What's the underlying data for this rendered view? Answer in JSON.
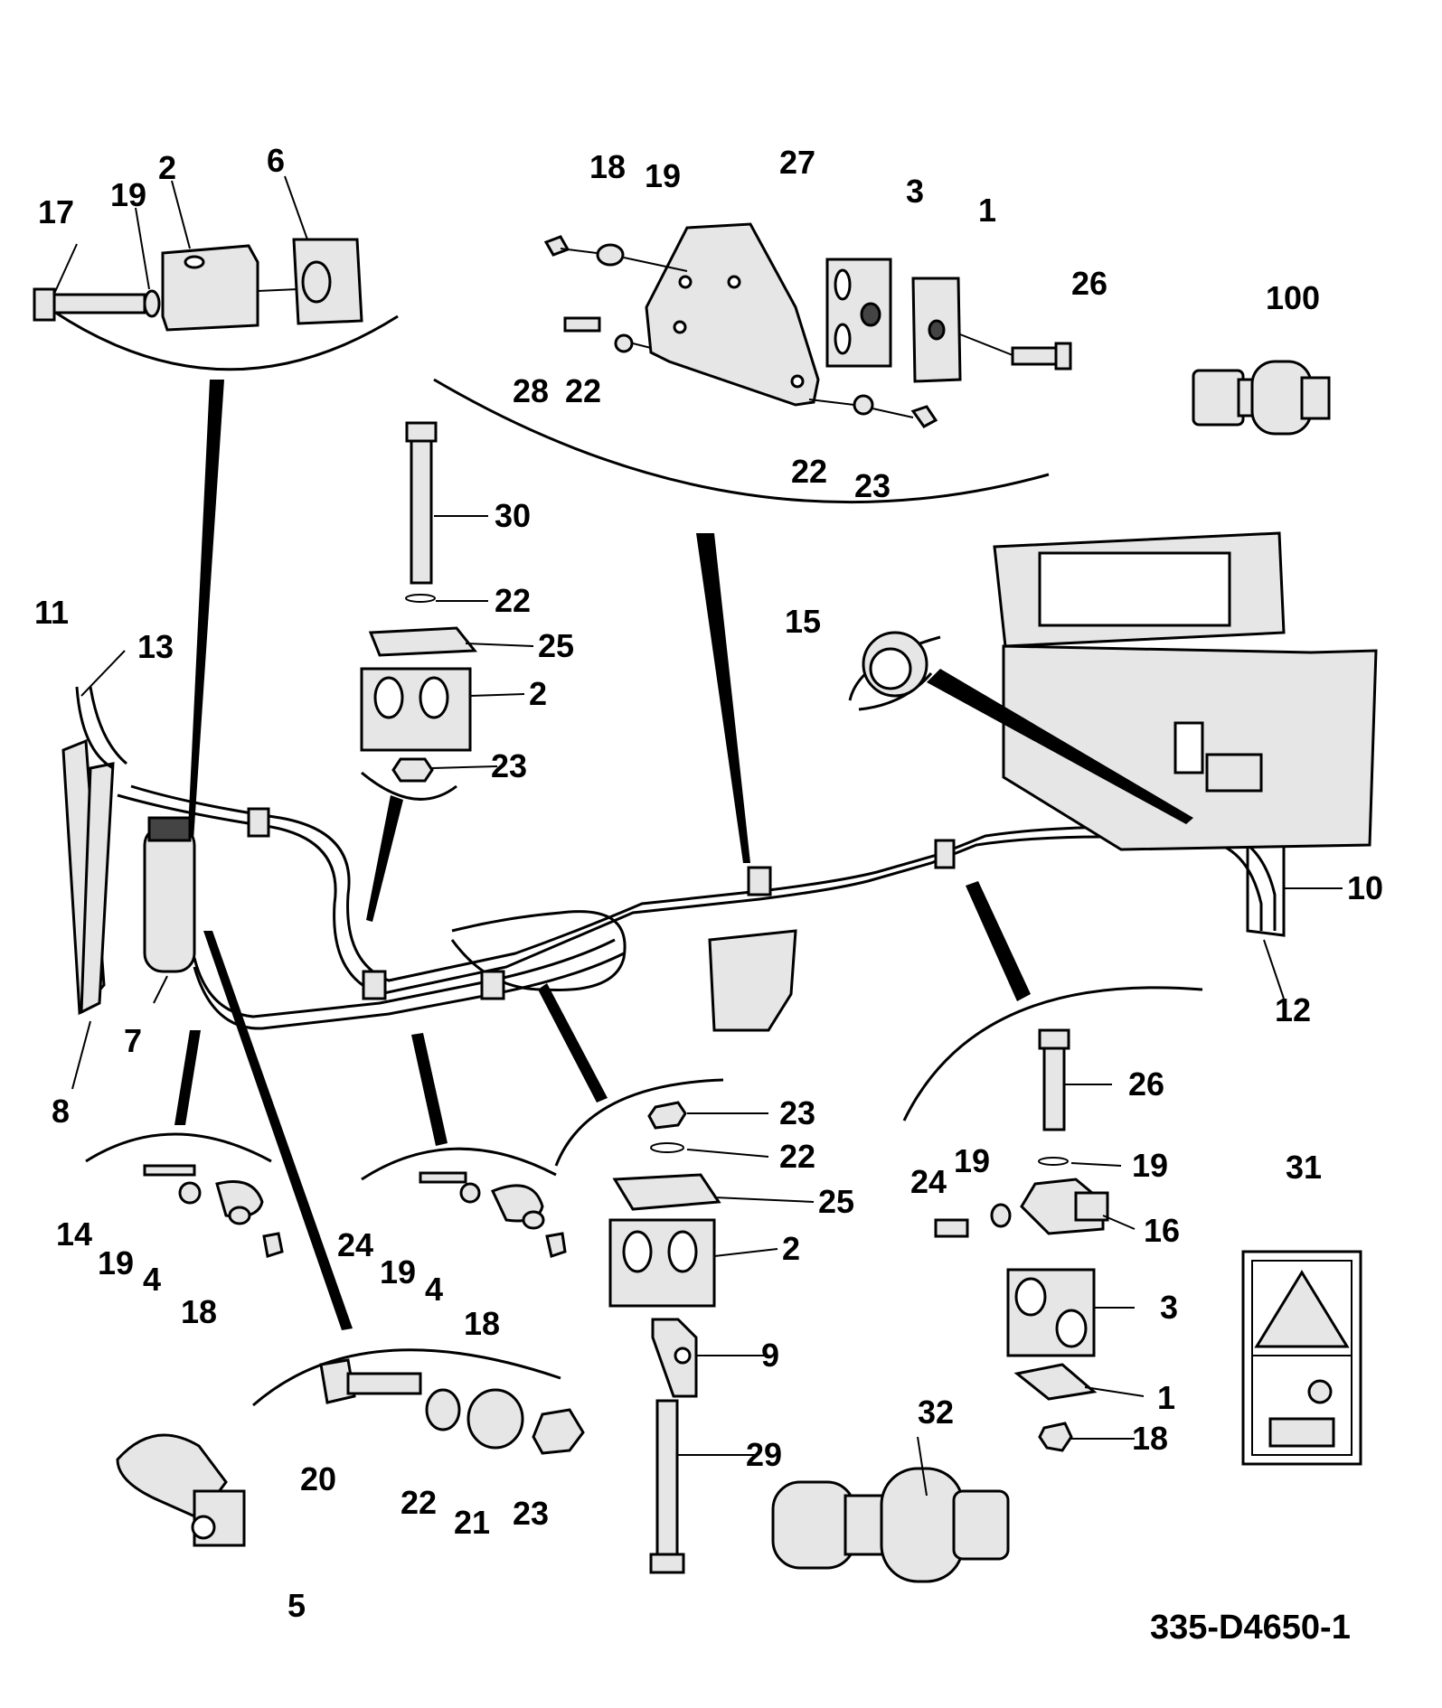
{
  "drawing_number": "335-D4650-1",
  "callouts": [
    {
      "id": "c17a",
      "text": "17"
    },
    {
      "id": "c19a",
      "text": "19"
    },
    {
      "id": "c2a",
      "text": "2"
    },
    {
      "id": "c6",
      "text": "6"
    },
    {
      "id": "c18a",
      "text": "18"
    },
    {
      "id": "c19b",
      "text": "19"
    },
    {
      "id": "c27",
      "text": "27"
    },
    {
      "id": "c3a",
      "text": "3"
    },
    {
      "id": "c1a",
      "text": "1"
    },
    {
      "id": "c26a",
      "text": "26"
    },
    {
      "id": "c100",
      "text": "100"
    },
    {
      "id": "c28",
      "text": "28"
    },
    {
      "id": "c22a",
      "text": "22"
    },
    {
      "id": "c22b",
      "text": "22"
    },
    {
      "id": "c23a",
      "text": "23"
    },
    {
      "id": "c30",
      "text": "30"
    },
    {
      "id": "c22c",
      "text": "22"
    },
    {
      "id": "c25a",
      "text": "25"
    },
    {
      "id": "c2b",
      "text": "2"
    },
    {
      "id": "c23b",
      "text": "23"
    },
    {
      "id": "c11",
      "text": "11"
    },
    {
      "id": "c13",
      "text": "13"
    },
    {
      "id": "c15",
      "text": "15"
    },
    {
      "id": "c10",
      "text": "10"
    },
    {
      "id": "c12",
      "text": "12"
    },
    {
      "id": "c7",
      "text": "7"
    },
    {
      "id": "c8",
      "text": "8"
    },
    {
      "id": "c14",
      "text": "14"
    },
    {
      "id": "c19c",
      "text": "19"
    },
    {
      "id": "c4a",
      "text": "4"
    },
    {
      "id": "c18b",
      "text": "18"
    },
    {
      "id": "c24a",
      "text": "24"
    },
    {
      "id": "c19d",
      "text": "19"
    },
    {
      "id": "c4b",
      "text": "4"
    },
    {
      "id": "c18c",
      "text": "18"
    },
    {
      "id": "c23c",
      "text": "23"
    },
    {
      "id": "c22d",
      "text": "22"
    },
    {
      "id": "c25b",
      "text": "25"
    },
    {
      "id": "c2c",
      "text": "2"
    },
    {
      "id": "c9",
      "text": "9"
    },
    {
      "id": "c29",
      "text": "29"
    },
    {
      "id": "c26b",
      "text": "26"
    },
    {
      "id": "c24b",
      "text": "24"
    },
    {
      "id": "c19e",
      "text": "19"
    },
    {
      "id": "c19f",
      "text": "19"
    },
    {
      "id": "c16",
      "text": "16"
    },
    {
      "id": "c3b",
      "text": "3"
    },
    {
      "id": "c1b",
      "text": "1"
    },
    {
      "id": "c18d",
      "text": "18"
    },
    {
      "id": "c31",
      "text": "31"
    },
    {
      "id": "c32",
      "text": "32"
    },
    {
      "id": "c20",
      "text": "20"
    },
    {
      "id": "c22e",
      "text": "22"
    },
    {
      "id": "c21",
      "text": "21"
    },
    {
      "id": "c23d",
      "text": "23"
    },
    {
      "id": "c5",
      "text": "5"
    }
  ]
}
